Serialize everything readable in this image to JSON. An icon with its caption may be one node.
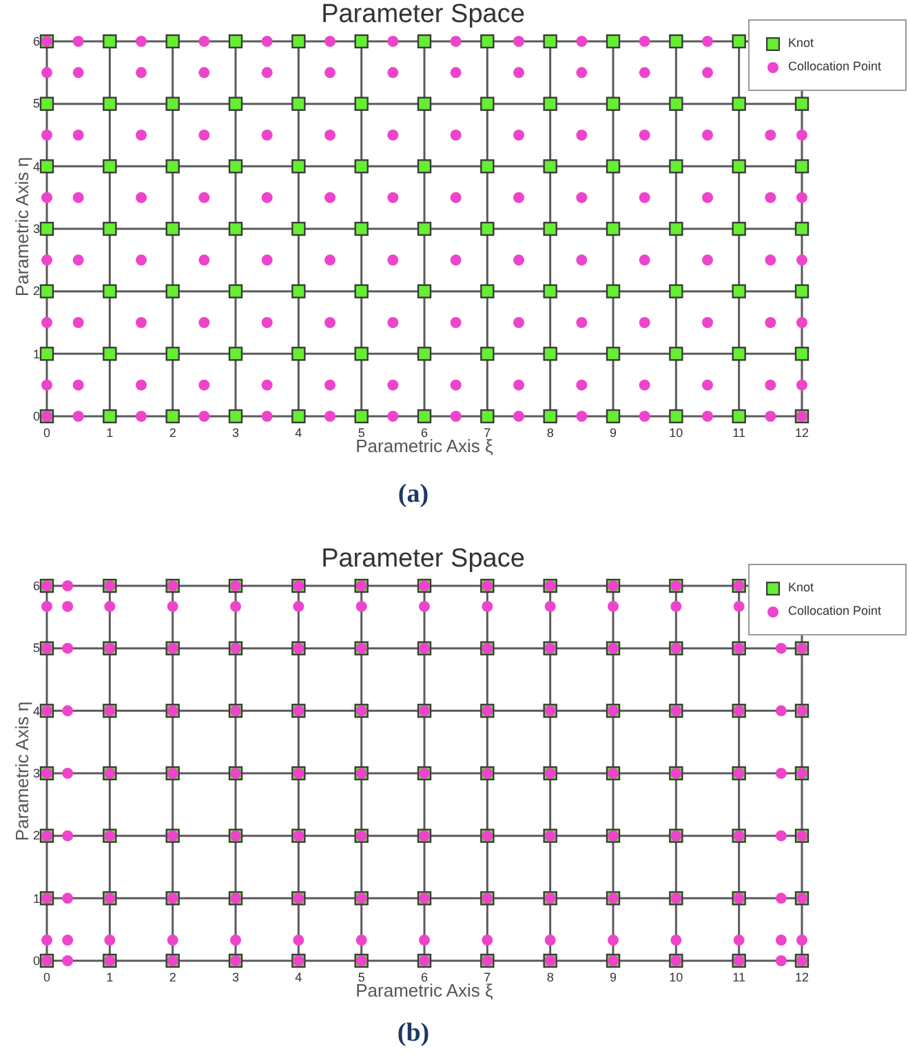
{
  "diagram": {
    "labels": [
      "(a)",
      "(b)"
    ],
    "chart_data": [
      {
        "type": "scatter",
        "title": "Parameter Space",
        "xlabel": "Parametric Axis ξ",
        "ylabel": "Parametric Axis η",
        "xlim": [
          0,
          12
        ],
        "ylim": [
          0,
          6
        ],
        "xticks": [
          0,
          1,
          2,
          3,
          4,
          5,
          6,
          7,
          8,
          9,
          10,
          11,
          12
        ],
        "yticks": [
          0,
          1,
          2,
          3,
          4,
          5,
          6
        ],
        "grid": true,
        "legend": "upper right",
        "series": [
          {
            "name": "Knot",
            "color": "#66ee33",
            "x": [
              0,
              1,
              2,
              3,
              4,
              5,
              6,
              7,
              8,
              9,
              10,
              11,
              12,
              0,
              1,
              2,
              3,
              4,
              5,
              6,
              7,
              8,
              9,
              10,
              11,
              12,
              0,
              1,
              2,
              3,
              4,
              5,
              6,
              7,
              8,
              9,
              10,
              11,
              12,
              0,
              1,
              2,
              3,
              4,
              5,
              6,
              7,
              8,
              9,
              10,
              11,
              12,
              0,
              1,
              2,
              3,
              4,
              5,
              6,
              7,
              8,
              9,
              10,
              11,
              12,
              0,
              1,
              2,
              3,
              4,
              5,
              6,
              7,
              8,
              9,
              10,
              11,
              12,
              0,
              1,
              2,
              3,
              4,
              5,
              6,
              7,
              8,
              9,
              10,
              11
            ],
            "values": [
              0,
              0,
              0,
              0,
              0,
              0,
              0,
              0,
              0,
              0,
              0,
              0,
              0,
              1,
              1,
              1,
              1,
              1,
              1,
              1,
              1,
              1,
              1,
              1,
              1,
              1,
              2,
              2,
              2,
              2,
              2,
              2,
              2,
              2,
              2,
              2,
              2,
              2,
              2,
              3,
              3,
              3,
              3,
              3,
              3,
              3,
              3,
              3,
              3,
              3,
              3,
              3,
              4,
              4,
              4,
              4,
              4,
              4,
              4,
              4,
              4,
              4,
              4,
              4,
              4,
              5,
              5,
              5,
              5,
              5,
              5,
              5,
              5,
              5,
              5,
              5,
              5,
              5,
              6,
              6,
              6,
              6,
              6,
              6,
              6,
              6,
              6,
              6,
              6,
              6
            ]
          },
          {
            "name": "Collocation Point",
            "color": "#ee44cc",
            "x": [
              0,
              0.5,
              1.5,
              2.5,
              3.5,
              4.5,
              5.5,
              6.5,
              7.5,
              8.5,
              9.5,
              10.5,
              11.5,
              12,
              0,
              0.5,
              1.5,
              2.5,
              3.5,
              4.5,
              5.5,
              6.5,
              7.5,
              8.5,
              9.5,
              10.5,
              11.5,
              12,
              0,
              0.5,
              1.5,
              2.5,
              3.5,
              4.5,
              5.5,
              6.5,
              7.5,
              8.5,
              9.5,
              10.5,
              11.5,
              12,
              0,
              0.5,
              1.5,
              2.5,
              3.5,
              4.5,
              5.5,
              6.5,
              7.5,
              8.5,
              9.5,
              10.5,
              11.5,
              12,
              0,
              0.5,
              1.5,
              2.5,
              3.5,
              4.5,
              5.5,
              6.5,
              7.5,
              8.5,
              9.5,
              10.5,
              11.5,
              12,
              0,
              0.5,
              1.5,
              2.5,
              3.5,
              4.5,
              5.5,
              6.5,
              7.5,
              8.5,
              9.5,
              10.5,
              11.5,
              12,
              0,
              0.5,
              1.5,
              2.5,
              3.5,
              4.5,
              5.5,
              6.5,
              7.5,
              8.5,
              9.5,
              10.5,
              0,
              0.5,
              1.5,
              2.5,
              3.5,
              4.5,
              5.5,
              6.5,
              7.5,
              8.5,
              9.5,
              10.5
            ],
            "values": [
              0,
              0,
              0,
              0,
              0,
              0,
              0,
              0,
              0,
              0,
              0,
              0,
              0,
              0,
              0.5,
              0.5,
              0.5,
              0.5,
              0.5,
              0.5,
              0.5,
              0.5,
              0.5,
              0.5,
              0.5,
              0.5,
              0.5,
              0.5,
              1.5,
              1.5,
              1.5,
              1.5,
              1.5,
              1.5,
              1.5,
              1.5,
              1.5,
              1.5,
              1.5,
              1.5,
              1.5,
              1.5,
              2.5,
              2.5,
              2.5,
              2.5,
              2.5,
              2.5,
              2.5,
              2.5,
              2.5,
              2.5,
              2.5,
              2.5,
              2.5,
              2.5,
              3.5,
              3.5,
              3.5,
              3.5,
              3.5,
              3.5,
              3.5,
              3.5,
              3.5,
              3.5,
              3.5,
              3.5,
              3.5,
              3.5,
              4.5,
              4.5,
              4.5,
              4.5,
              4.5,
              4.5,
              4.5,
              4.5,
              4.5,
              4.5,
              4.5,
              4.5,
              4.5,
              4.5,
              5.5,
              5.5,
              5.5,
              5.5,
              5.5,
              5.5,
              5.5,
              5.5,
              5.5,
              5.5,
              5.5,
              5.5,
              6,
              6,
              6,
              6,
              6,
              6,
              6,
              6,
              6,
              6,
              6,
              6
            ]
          }
        ]
      },
      {
        "type": "scatter",
        "title": "Parameter Space",
        "xlabel": "Parametric Axis ξ",
        "ylabel": "Parametric Axis η",
        "xlim": [
          0,
          12
        ],
        "ylim": [
          0,
          6
        ],
        "xticks": [
          0,
          1,
          2,
          3,
          4,
          5,
          6,
          7,
          8,
          9,
          10,
          11,
          12
        ],
        "yticks": [
          0,
          1,
          2,
          3,
          4,
          5,
          6
        ],
        "grid": true,
        "legend": "upper right",
        "series": [
          {
            "name": "Knot",
            "color": "#66ee33",
            "x": [
              0,
              1,
              2,
              3,
              4,
              5,
              6,
              7,
              8,
              9,
              10,
              11,
              12,
              0,
              1,
              2,
              3,
              4,
              5,
              6,
              7,
              8,
              9,
              10,
              11,
              12,
              0,
              1,
              2,
              3,
              4,
              5,
              6,
              7,
              8,
              9,
              10,
              11,
              12,
              0,
              1,
              2,
              3,
              4,
              5,
              6,
              7,
              8,
              9,
              10,
              11,
              12,
              0,
              1,
              2,
              3,
              4,
              5,
              6,
              7,
              8,
              9,
              10,
              11,
              12,
              0,
              1,
              2,
              3,
              4,
              5,
              6,
              7,
              8,
              9,
              10,
              11,
              12,
              0,
              1,
              2,
              3,
              4,
              5,
              6,
              7,
              8,
              9,
              10,
              11
            ],
            "values": [
              0,
              0,
              0,
              0,
              0,
              0,
              0,
              0,
              0,
              0,
              0,
              0,
              0,
              1,
              1,
              1,
              1,
              1,
              1,
              1,
              1,
              1,
              1,
              1,
              1,
              1,
              2,
              2,
              2,
              2,
              2,
              2,
              2,
              2,
              2,
              2,
              2,
              2,
              2,
              3,
              3,
              3,
              3,
              3,
              3,
              3,
              3,
              3,
              3,
              3,
              3,
              3,
              4,
              4,
              4,
              4,
              4,
              4,
              4,
              4,
              4,
              4,
              4,
              4,
              4,
              5,
              5,
              5,
              5,
              5,
              5,
              5,
              5,
              5,
              5,
              5,
              5,
              5,
              6,
              6,
              6,
              6,
              6,
              6,
              6,
              6,
              6,
              6,
              6,
              6
            ]
          },
          {
            "name": "Collocation Point",
            "color": "#ee44cc",
            "x": [
              0,
              0.33,
              1,
              2,
              3,
              4,
              5,
              6,
              7,
              8,
              9,
              10,
              11,
              11.67,
              12,
              0,
              0.33,
              1,
              2,
              3,
              4,
              5,
              6,
              7,
              8,
              9,
              10,
              11,
              11.67,
              12,
              0,
              0.33,
              1,
              2,
              3,
              4,
              5,
              6,
              7,
              8,
              9,
              10,
              11,
              11.67,
              12,
              0,
              0.33,
              1,
              2,
              3,
              4,
              5,
              6,
              7,
              8,
              9,
              10,
              11,
              11.67,
              12,
              0,
              0.33,
              1,
              2,
              3,
              4,
              5,
              6,
              7,
              8,
              9,
              10,
              11,
              11.67,
              12,
              0,
              0.33,
              1,
              2,
              3,
              4,
              5,
              6,
              7,
              8,
              9,
              10,
              11,
              11.67,
              12,
              0,
              0.33,
              1,
              2,
              3,
              4,
              5,
              6,
              7,
              8,
              9,
              10,
              11,
              11.67,
              12,
              0,
              0.33,
              1,
              2,
              3,
              4,
              5,
              6,
              7,
              8,
              9,
              10,
              11,
              0,
              0.33,
              1,
              2,
              3,
              4,
              5,
              6,
              7,
              8,
              9,
              10,
              11
            ],
            "values": [
              0,
              0,
              0,
              0,
              0,
              0,
              0,
              0,
              0,
              0,
              0,
              0,
              0,
              0,
              0,
              0.33,
              0.33,
              0.33,
              0.33,
              0.33,
              0.33,
              0.33,
              0.33,
              0.33,
              0.33,
              0.33,
              0.33,
              0.33,
              0.33,
              0.33,
              1,
              1,
              1,
              1,
              1,
              1,
              1,
              1,
              1,
              1,
              1,
              1,
              1,
              1,
              1,
              2,
              2,
              2,
              2,
              2,
              2,
              2,
              2,
              2,
              2,
              2,
              2,
              2,
              2,
              2,
              3,
              3,
              3,
              3,
              3,
              3,
              3,
              3,
              3,
              3,
              3,
              3,
              3,
              3,
              3,
              4,
              4,
              4,
              4,
              4,
              4,
              4,
              4,
              4,
              4,
              4,
              4,
              4,
              4,
              4,
              5,
              5,
              5,
              5,
              5,
              5,
              5,
              5,
              5,
              5,
              5,
              5,
              5,
              5,
              5,
              5.67,
              5.67,
              5.67,
              5.67,
              5.67,
              5.67,
              5.67,
              5.67,
              5.67,
              5.67,
              5.67,
              5.67,
              5.67,
              6,
              6,
              6,
              6,
              6,
              6,
              6,
              6,
              6,
              6,
              6,
              6,
              6
            ]
          }
        ]
      }
    ]
  }
}
